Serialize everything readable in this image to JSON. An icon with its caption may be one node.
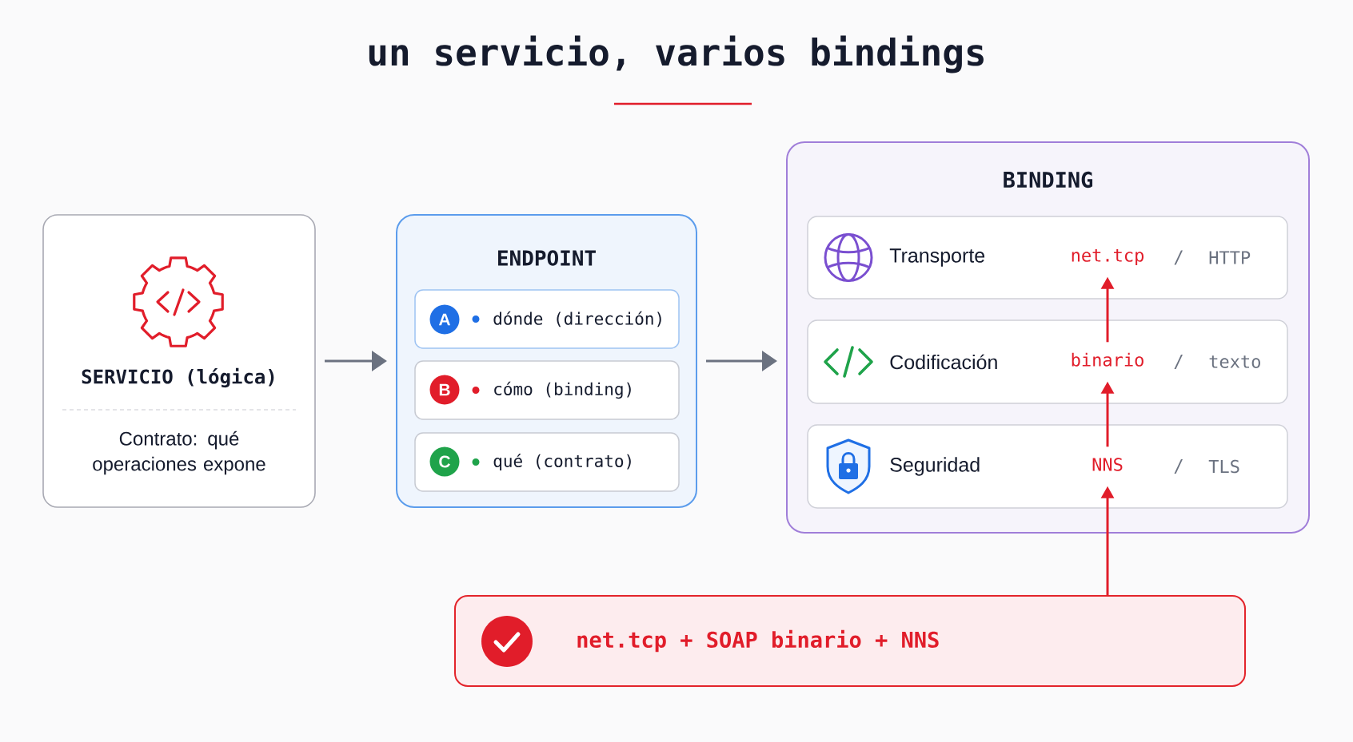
{
  "diagram": {
    "title": "un servicio, varios bindings",
    "nodes": [
      {
        "text": [
          "SERVICIO (lógica)",
          "Contrato: qué operaciones expone"
        ]
      },
      {
        "text": [
          "ENDPOINT"
        ]
      },
      {
        "text": [
          "dónde (dirección)"
        ],
        "in": 1
      },
      {
        "text": [
          "A"
        ],
        "in": 2
      },
      {
        "text": [
          "cómo (binding)"
        ],
        "in": 1
      },
      {
        "text": [
          "B"
        ],
        "in": 4
      },
      {
        "text": [
          "qué (contrato)"
        ],
        "in": 1
      },
      {
        "text": [
          "C"
        ],
        "in": 6
      },
      {
        "text": [
          "BINDING"
        ]
      },
      {
        "text": [
          "Transporte",
          "/",
          "HTTP"
        ],
        "in": 8
      },
      {
        "text": [
          "net.tcp"
        ],
        "in": 9
      },
      {
        "text": [
          "Codificación",
          "/",
          "texto"
        ],
        "in": 8
      },
      {
        "text": [
          "binario"
        ],
        "in": 11
      },
      {
        "text": [
          "Seguridad",
          "/",
          "TLS"
        ],
        "in": 8
      },
      {
        "text": [
          "NNS"
        ],
        "in": 13
      },
      {
        "text": [
          "net.tcp + SOAP binario + NNS"
        ]
      }
    ],
    "edges": [
      {
        "from": 0,
        "to": 1,
        "arrow": "to",
        "color": "#6b7280"
      },
      {
        "from": 1,
        "to": 8,
        "arrow": "to",
        "color": "#6b7280"
      },
      {
        "from": 12,
        "to": 10,
        "arrow": "to"
      },
      {
        "from": 14,
        "to": 12,
        "arrow": "to"
      },
      {
        "from": 15,
        "to": 14,
        "arrow": "to"
      }
    ]
  }
}
